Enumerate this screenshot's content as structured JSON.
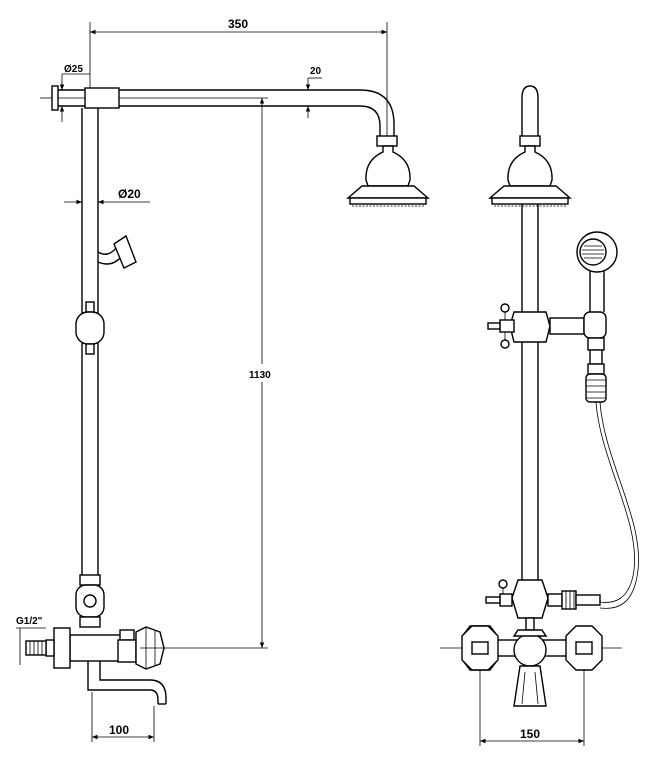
{
  "dimensions": {
    "arm_length": "350",
    "arm_diameter": "Ø25",
    "arm_drop": "20",
    "rail_diameter": "Ø20",
    "height": "1130",
    "inlet_thread": "G1/2\"",
    "spout_reach": "100",
    "mixer_centers": "150"
  },
  "colors": {
    "line": "#000000",
    "background": "#ffffff"
  }
}
